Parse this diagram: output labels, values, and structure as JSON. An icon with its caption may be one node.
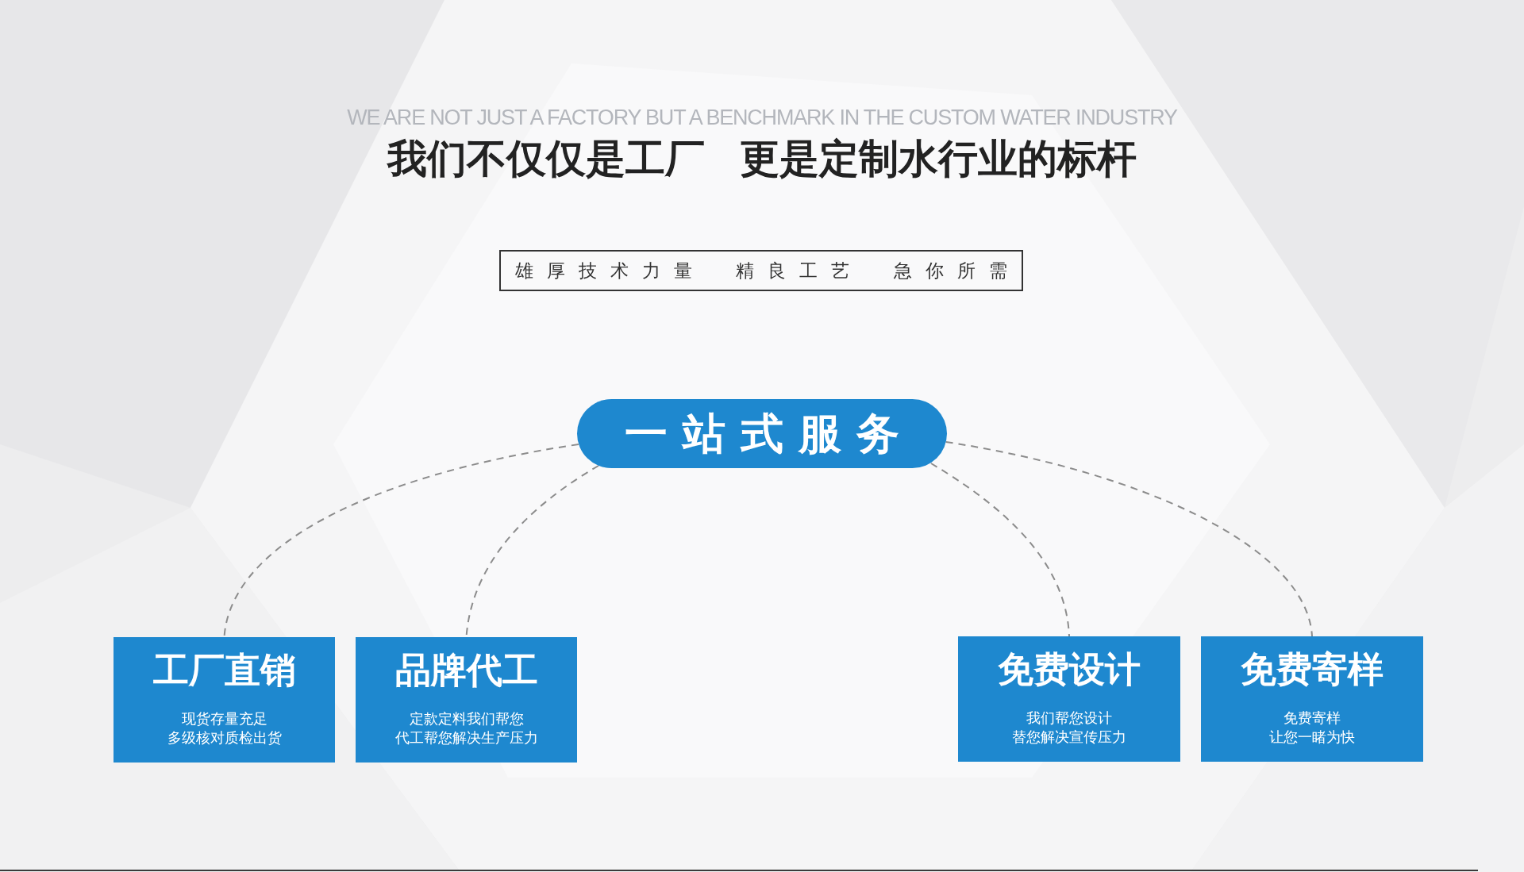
{
  "diagram": {
    "title": "我们不仅仅是工厂 更是定制水行业的标杆",
    "nodes": [
      {
        "text": [
          "雄厚技术力量 精良工艺 急你所需"
        ]
      },
      {
        "text": [
          "一站式服务"
        ]
      },
      {
        "text": [
          "工厂直销",
          "现货存量充足多级核对质检出货"
        ]
      },
      {
        "text": [
          "品牌代工",
          "定款定料我们帮您代工帮您解决生产压力"
        ]
      },
      {
        "text": [
          "免费设计",
          "我们帮您设计替您解决宣传压力"
        ]
      },
      {
        "text": [
          "免费寄样",
          "免费寄样让您一睹为快"
        ]
      }
    ],
    "edges": [
      {
        "from": 1,
        "to": 2,
        "arrow": "none",
        "style": "dashed"
      },
      {
        "from": 1,
        "to": 3,
        "arrow": "none",
        "style": "dashed"
      },
      {
        "from": 1,
        "to": 4,
        "arrow": "none",
        "style": "dashed"
      },
      {
        "from": 1,
        "to": 5,
        "arrow": "none",
        "style": "dashed"
      }
    ],
    "labels": [
      "WE ARE NOT JUST A FACTORY BUT A BENCHMARK IN THE CUSTOM WATER INDUSTRY"
    ]
  }
}
